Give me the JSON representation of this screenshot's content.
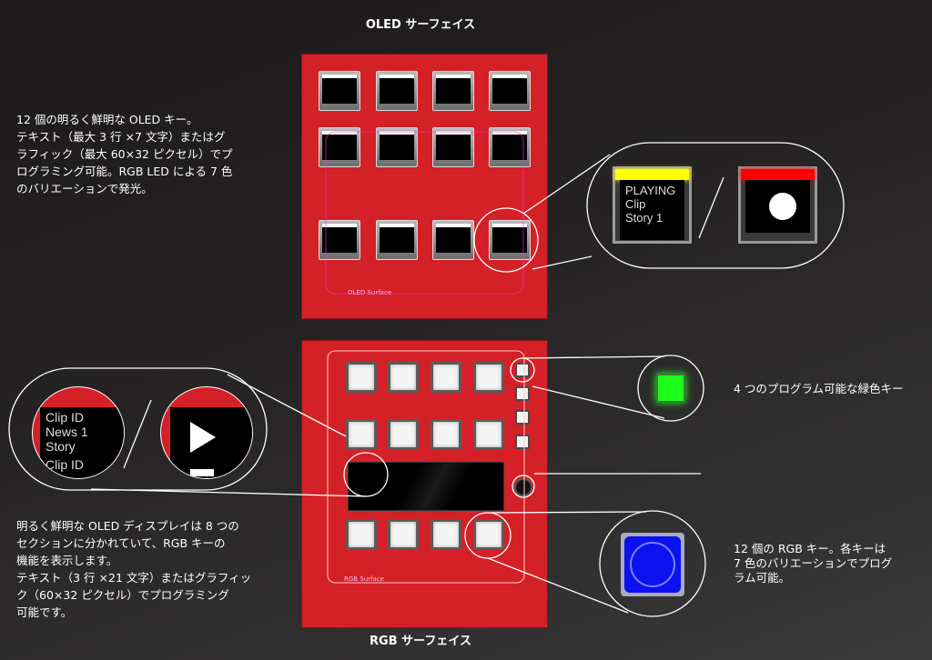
{
  "oled_section": {
    "title": "OLED サーフェイス",
    "panel_label": "OLED Surface",
    "description": "12 個の明るく鮮明な OLED キー。\nテキスト（最大 3 行 ×7 文字）またはグ\nラフィック（最大 60×32 ピクセル）でプ\nログラミング可能。RGB LED による 7 色\nのバリエーションで発光。",
    "callout": {
      "text_key_lines": [
        "PLAYING",
        "Clip",
        "Story 1"
      ],
      "text_key_color": "#ffff00",
      "graphic_key_color": "#ff0000",
      "graphic_icon": "record-circle-icon"
    }
  },
  "rgb_section": {
    "title": "RGB サーフェイス",
    "panel_label": "RGB Surface",
    "display_description": "明るく鮮明な OLED ディスプレイは 8 つの\nセクションに分かれていて、RGB キーの\n機能を表示します。\nテキスト（3 行 ×21 文字）またはグラフィッ\nク（60×32 ピクセル）でプログラミング\n可能です。",
    "display_callout": {
      "text_lines": [
        "Clip ID",
        "News 1",
        "Story",
        "Clip ID"
      ],
      "graphic_icon": "play-icon"
    },
    "green_keys_description": "4 つのプログラム可能な緑色キー",
    "rgb_keys_description": "12 個の RGB キー。各キーは\n7 色のバリエーションでプログ\nラム可能。",
    "green_color": "#1bff1b",
    "blue_color": "#0a12f0"
  },
  "panel_color": "#d42027"
}
